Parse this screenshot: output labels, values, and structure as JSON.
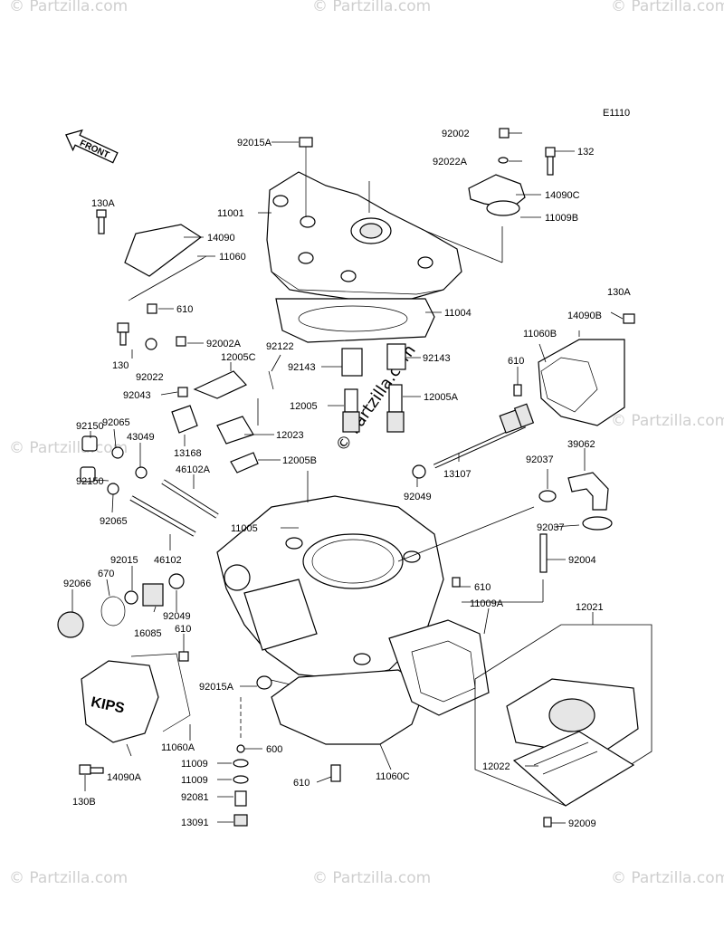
{
  "diagram_code": "E1110",
  "front_label": "FRONT",
  "cover_marking": "KIPS",
  "watermark_text": "© Partzilla.com",
  "parts": [
    {
      "id": "92015A",
      "text": "92015A"
    },
    {
      "id": "11001",
      "text": "11001"
    },
    {
      "id": "130A_l",
      "text": "130A"
    },
    {
      "id": "14090",
      "text": "14090"
    },
    {
      "id": "11060",
      "text": "11060"
    },
    {
      "id": "610_a",
      "text": "610"
    },
    {
      "id": "92002",
      "text": "92002"
    },
    {
      "id": "92022A",
      "text": "92022A"
    },
    {
      "id": "132",
      "text": "132"
    },
    {
      "id": "14090C",
      "text": "14090C"
    },
    {
      "id": "11009B",
      "text": "11009B"
    },
    {
      "id": "11004",
      "text": "11004"
    },
    {
      "id": "130A_r",
      "text": "130A"
    },
    {
      "id": "14090B",
      "text": "14090B"
    },
    {
      "id": "11060B",
      "text": "11060B"
    },
    {
      "id": "610_b",
      "text": "610"
    },
    {
      "id": "130",
      "text": "130"
    },
    {
      "id": "92022",
      "text": "92022"
    },
    {
      "id": "92002A",
      "text": "92002A"
    },
    {
      "id": "92122",
      "text": "92122"
    },
    {
      "id": "12005C",
      "text": "12005C"
    },
    {
      "id": "92043",
      "text": "92043"
    },
    {
      "id": "92143_l",
      "text": "92143"
    },
    {
      "id": "92143_r",
      "text": "92143"
    },
    {
      "id": "12005",
      "text": "12005"
    },
    {
      "id": "12005A",
      "text": "12005A"
    },
    {
      "id": "92150_a",
      "text": "92150"
    },
    {
      "id": "92065_a",
      "text": "92065"
    },
    {
      "id": "43049",
      "text": "43049"
    },
    {
      "id": "13168",
      "text": "13168"
    },
    {
      "id": "12023",
      "text": "12023"
    },
    {
      "id": "12005B",
      "text": "12005B"
    },
    {
      "id": "13107",
      "text": "13107"
    },
    {
      "id": "39062",
      "text": "39062"
    },
    {
      "id": "92037_a",
      "text": "92037"
    },
    {
      "id": "46102A",
      "text": "46102A"
    },
    {
      "id": "92150_b",
      "text": "92150"
    },
    {
      "id": "92065_b",
      "text": "92065"
    },
    {
      "id": "92049_a",
      "text": "92049"
    },
    {
      "id": "11005",
      "text": "11005"
    },
    {
      "id": "92037_b",
      "text": "92037"
    },
    {
      "id": "46102",
      "text": "46102"
    },
    {
      "id": "92004",
      "text": "92004"
    },
    {
      "id": "92015",
      "text": "92015"
    },
    {
      "id": "670",
      "text": "670"
    },
    {
      "id": "92066",
      "text": "92066"
    },
    {
      "id": "610_c",
      "text": "610"
    },
    {
      "id": "11009A",
      "text": "11009A"
    },
    {
      "id": "12021",
      "text": "12021"
    },
    {
      "id": "92049_b",
      "text": "92049"
    },
    {
      "id": "16085",
      "text": "16085"
    },
    {
      "id": "610_d",
      "text": "610"
    },
    {
      "id": "92015A_b",
      "text": "92015A"
    },
    {
      "id": "11060A",
      "text": "11060A"
    },
    {
      "id": "600",
      "text": "600"
    },
    {
      "id": "11009_a",
      "text": "11009"
    },
    {
      "id": "11009_b",
      "text": "11009"
    },
    {
      "id": "14090A",
      "text": "14090A"
    },
    {
      "id": "610_e",
      "text": "610"
    },
    {
      "id": "11060C",
      "text": "11060C"
    },
    {
      "id": "12022",
      "text": "12022"
    },
    {
      "id": "92081",
      "text": "92081"
    },
    {
      "id": "130B",
      "text": "130B"
    },
    {
      "id": "13091",
      "text": "13091"
    },
    {
      "id": "92009",
      "text": "92009"
    }
  ]
}
